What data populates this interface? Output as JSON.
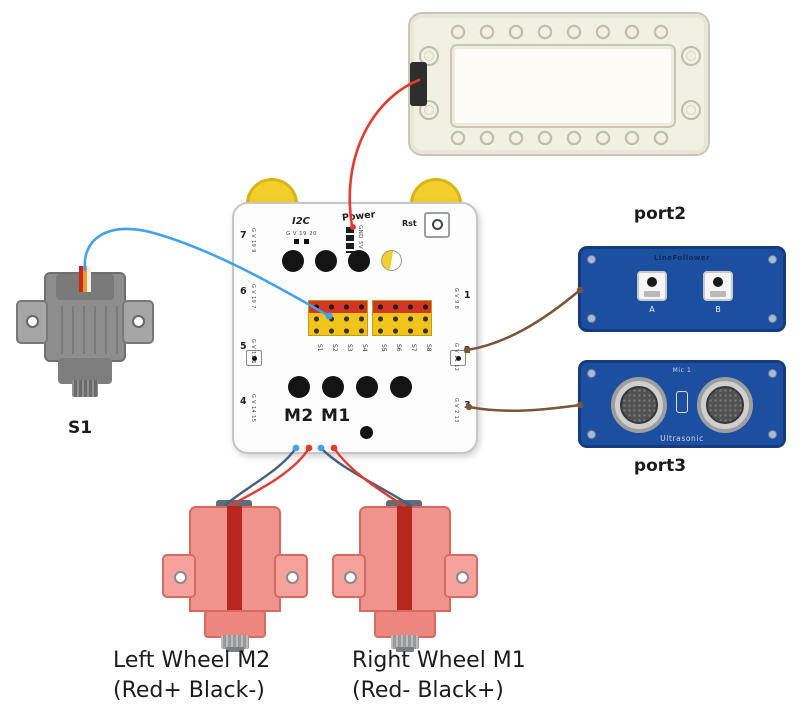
{
  "labels": {
    "servo": "S1",
    "port2": "port2",
    "port3": "port3",
    "left_motor_line1": "Left Wheel M2",
    "left_motor_line2": "(Red+ Black-)",
    "right_motor_line1": "Right Wheel M1",
    "right_motor_line2": "(Red- Black+)"
  },
  "board": {
    "i2c": "I2C",
    "i2c_pins": "G V 19 20",
    "power": "Power",
    "power_pins": "GND 5V BAT",
    "rst": "Rst",
    "m2": "M2",
    "m1": "M1",
    "servo_pins": [
      "S1",
      "S2",
      "S3",
      "S4",
      "S5",
      "S6",
      "S7",
      "S8"
    ],
    "left_ports": [
      {
        "num": "7",
        "pins": "G V 19 9"
      },
      {
        "num": "6",
        "pins": "G V 19 7"
      },
      {
        "num": "5",
        "pins": "G V 13 6"
      },
      {
        "num": "4",
        "pins": "G V 14 15"
      }
    ],
    "right_ports": [
      {
        "num": "1",
        "pins": "G V 9 8"
      },
      {
        "num": "2",
        "pins": "G V 11 12"
      },
      {
        "num": "3",
        "pins": "G V 2 13"
      }
    ]
  },
  "modules": {
    "linefollower": {
      "title": "LineFollower",
      "a": "A",
      "b": "B"
    },
    "ultrasonic": {
      "title": "Ultrasonic",
      "mic": "Mic 1"
    }
  },
  "colors": {
    "wire_red": "#e63a2e",
    "wire_blue": "#44a0e8",
    "wire_brown": "#7a5538",
    "wire_dark": "#45607a",
    "module_blue": "#1d4fa0",
    "motor_pink": "#f0938c",
    "wheel_yellow": "#f2cf2a"
  }
}
